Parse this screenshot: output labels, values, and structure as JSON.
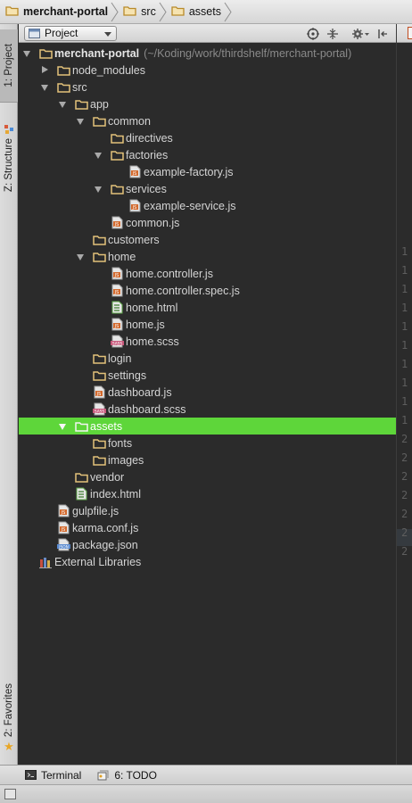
{
  "breadcrumb": [
    {
      "label": "merchant-portal"
    },
    {
      "label": "src"
    },
    {
      "label": "assets"
    }
  ],
  "left_strip": {
    "project_tab": "1: Project",
    "structure_tab": "Z: Structure",
    "favorites_tab": "2: Favorites"
  },
  "panel": {
    "view_label": "Project"
  },
  "tree": [
    {
      "name": "merchant-portal",
      "path": "(~/Koding/work/thirdshelf/merchant-portal)",
      "depth": 0,
      "arrow": "open",
      "icon": "folder",
      "root": true
    },
    {
      "name": "node_modules",
      "depth": 1,
      "arrow": "closed",
      "icon": "folder"
    },
    {
      "name": "src",
      "depth": 1,
      "arrow": "open",
      "icon": "folder"
    },
    {
      "name": "app",
      "depth": 2,
      "arrow": "open",
      "icon": "folder"
    },
    {
      "name": "common",
      "depth": 3,
      "arrow": "open",
      "icon": "folder"
    },
    {
      "name": "directives",
      "depth": 4,
      "arrow": "none",
      "icon": "folder"
    },
    {
      "name": "factories",
      "depth": 4,
      "arrow": "open",
      "icon": "folder"
    },
    {
      "name": "example-factory.js",
      "depth": 5,
      "arrow": "none",
      "icon": "js"
    },
    {
      "name": "services",
      "depth": 4,
      "arrow": "open",
      "icon": "folder"
    },
    {
      "name": "example-service.js",
      "depth": 5,
      "arrow": "none",
      "icon": "js"
    },
    {
      "name": "common.js",
      "depth": 4,
      "arrow": "none",
      "icon": "js"
    },
    {
      "name": "customers",
      "depth": 3,
      "arrow": "none",
      "icon": "folder"
    },
    {
      "name": "home",
      "depth": 3,
      "arrow": "open",
      "icon": "folder"
    },
    {
      "name": "home.controller.js",
      "depth": 4,
      "arrow": "none",
      "icon": "js"
    },
    {
      "name": "home.controller.spec.js",
      "depth": 4,
      "arrow": "none",
      "icon": "js"
    },
    {
      "name": "home.html",
      "depth": 4,
      "arrow": "none",
      "icon": "html"
    },
    {
      "name": "home.js",
      "depth": 4,
      "arrow": "none",
      "icon": "js"
    },
    {
      "name": "home.scss",
      "depth": 4,
      "arrow": "none",
      "icon": "sass"
    },
    {
      "name": "login",
      "depth": 3,
      "arrow": "none",
      "icon": "folder"
    },
    {
      "name": "settings",
      "depth": 3,
      "arrow": "none",
      "icon": "folder"
    },
    {
      "name": "dashboard.js",
      "depth": 3,
      "arrow": "none",
      "icon": "js"
    },
    {
      "name": "dashboard.scss",
      "depth": 3,
      "arrow": "none",
      "icon": "sass"
    },
    {
      "name": "assets",
      "depth": 2,
      "arrow": "open",
      "icon": "folder",
      "selected": true
    },
    {
      "name": "fonts",
      "depth": 3,
      "arrow": "none",
      "icon": "folder"
    },
    {
      "name": "images",
      "depth": 3,
      "arrow": "none",
      "icon": "folder"
    },
    {
      "name": "vendor",
      "depth": 2,
      "arrow": "none",
      "icon": "folder"
    },
    {
      "name": "index.html",
      "depth": 2,
      "arrow": "none",
      "icon": "html"
    },
    {
      "name": "gulpfile.js",
      "depth": 1,
      "arrow": "none",
      "icon": "js"
    },
    {
      "name": "karma.conf.js",
      "depth": 1,
      "arrow": "none",
      "icon": "js"
    },
    {
      "name": "package.json",
      "depth": 1,
      "arrow": "none",
      "icon": "json"
    },
    {
      "name": "External Libraries",
      "depth": 0,
      "arrow": "none",
      "icon": "libraries"
    }
  ],
  "gutter": [
    "1",
    "1",
    "1",
    "1",
    "1",
    "1",
    "1",
    "1",
    "1",
    "1",
    "2",
    "2",
    "2",
    "2",
    "2",
    "2",
    "2"
  ],
  "bottom_bar": {
    "terminal_label": "Terminal",
    "todo_label": "6: TODO"
  },
  "colors": {
    "selection": "#5ed63a",
    "tree_background": "#2b2b2b",
    "folder": "#e3c27a",
    "js_icon": "#d2692d",
    "html_icon": "#5fa84a",
    "sass_icon": "#c85a7c",
    "json_icon": "#5b8bd0"
  }
}
